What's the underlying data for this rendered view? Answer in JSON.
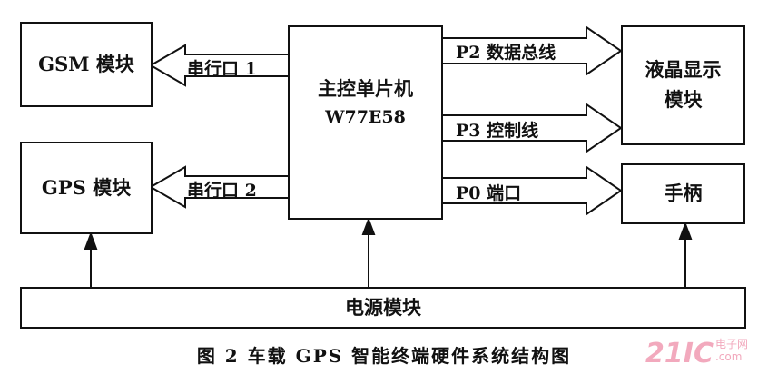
{
  "blocks": {
    "gsm": "GSM 模块",
    "gps": "GPS 模块",
    "mcu_line1": "主控单片机",
    "mcu_line2": "W77E58",
    "lcd_line1": "液晶显示",
    "lcd_line2": "模块",
    "handle": "手柄",
    "power": "电源模块"
  },
  "links": {
    "serial1": "串行口 1",
    "serial2": "串行口 2",
    "p2": "P2 数据总线",
    "p3": "P3 控制线",
    "p0": "P0 端口"
  },
  "caption": "图 2  车载 GPS 智能终端硬件系统结构图",
  "watermark": {
    "brand": "21IC",
    "sub1": "电子网",
    "sub2": ".com"
  },
  "colors": {
    "line": "#111111",
    "watermark": "#f2a9bd"
  }
}
